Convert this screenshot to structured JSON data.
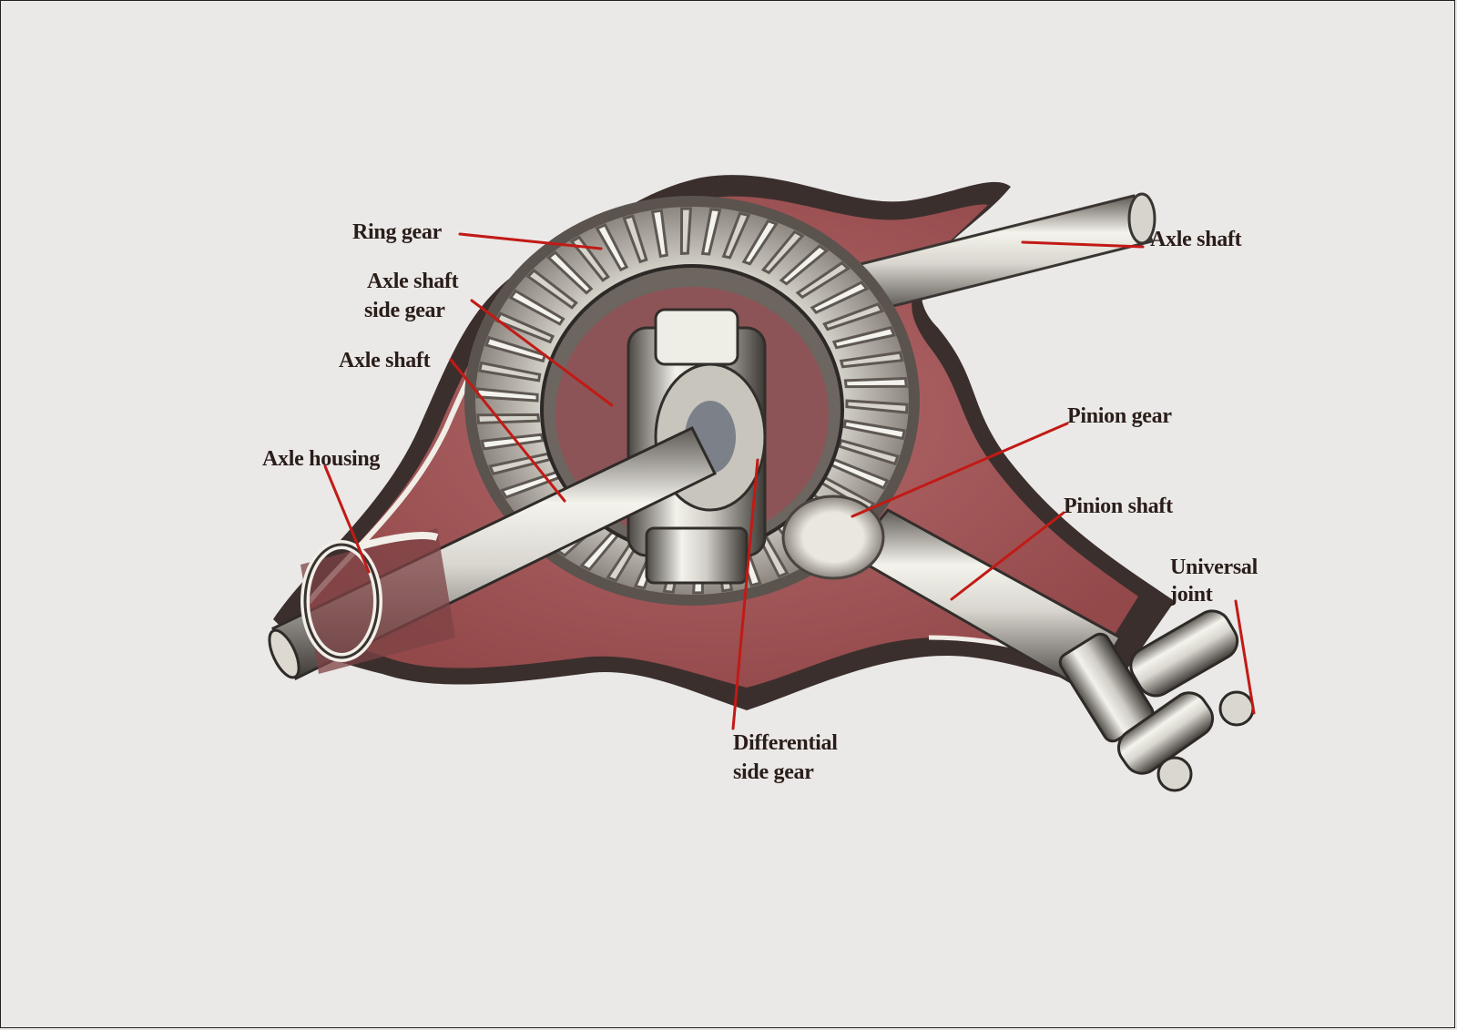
{
  "labels": {
    "ring_gear": "Ring gear",
    "axle_shaft_side_gear_1": "Axle shaft",
    "axle_shaft_side_gear_2": "side gear",
    "axle_shaft_left": "Axle shaft",
    "axle_housing": "Axle housing",
    "axle_shaft_right": "Axle shaft",
    "pinion_gear": "Pinion gear",
    "pinion_shaft": "Pinion shaft",
    "universal_joint_1": "Universal",
    "universal_joint_2": "joint",
    "differential_side_gear_1": "Differential",
    "differential_side_gear_2": "side gear"
  },
  "colors": {
    "housing_red": "#a9585a",
    "leader_red": "#c21a16",
    "steel_light": "#f2f1ea",
    "steel_dark": "#4a4440",
    "background": "#eae9e7"
  }
}
